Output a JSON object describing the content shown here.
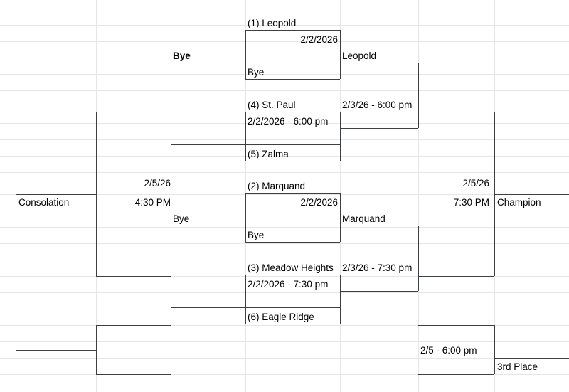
{
  "document": {
    "type": "tournament-bracket",
    "title": "Tournament Bracket"
  },
  "grid": {
    "row_lines_y": [
      12,
      35,
      58,
      81,
      104,
      127,
      150,
      173,
      196,
      219,
      242,
      250,
      273,
      296,
      319,
      342,
      365,
      388,
      411,
      434,
      457,
      480,
      503,
      526,
      549
    ],
    "column_lines_x": [
      22,
      135,
      240,
      345,
      478,
      588,
      695
    ]
  },
  "bracket": {
    "round1": {
      "game_leopold": {
        "top_team": "(1) Leopold",
        "date": "2/2/2026",
        "bottom_team": "Bye"
      },
      "game_stpaul": {
        "top_team": "(4) St. Paul",
        "date": "2/2/2026 - 6:00 pm",
        "bottom_team": "(5) Zalma"
      },
      "game_marquand": {
        "top_team": "(2) Marquand",
        "date": "2/2/2026",
        "bottom_team": "Bye"
      },
      "game_meadow": {
        "top_team": "(3) Meadow Heights",
        "date": "2/2/2026 - 7:30 pm",
        "bottom_team": "(6) Eagle Ridge"
      }
    },
    "round2": {
      "semifinal_top": {
        "winner": "Leopold",
        "date": "2/3/26 - 6:00 pm"
      },
      "semifinal_bottom": {
        "winner": "Marquand",
        "date": "2/3/26 - 7:30 pm"
      }
    },
    "final": {
      "date": "2/5/26",
      "time": "7:30 PM",
      "label": "Champion"
    },
    "consolation": {
      "label": "Consolation",
      "date": "2/5/26",
      "time": "4:30 PM",
      "feeder_top": "Bye",
      "feeder_bottom": "Bye"
    },
    "third_place": {
      "date": "2/5 - 6:00 pm",
      "label": "3rd Place"
    }
  }
}
